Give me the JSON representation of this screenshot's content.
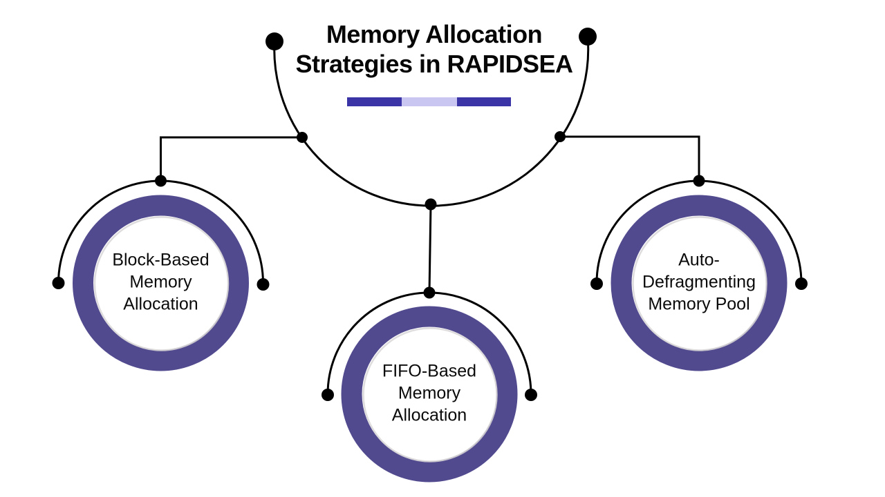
{
  "title": {
    "line1": "Memory Allocation",
    "line2": "Strategies in RAPIDSEA"
  },
  "divider": {
    "segment_colors": [
      "#3B34A6",
      "#C9C6F1",
      "#3B34A6"
    ]
  },
  "nodes": [
    {
      "id": "block-based-memory-allocation",
      "lines": [
        "Block-Based",
        "Memory",
        "Allocation"
      ]
    },
    {
      "id": "fifo-based-memory-allocation",
      "lines": [
        "FIFO-Based",
        "Memory",
        "Allocation"
      ]
    },
    {
      "id": "auto-defragmenting-memory-pool",
      "lines": [
        "Auto-",
        "Defragmenting",
        "Memory Pool"
      ]
    }
  ],
  "colors": {
    "ring_purple": "#514A8F",
    "connector_black": "#000000",
    "background": "#FFFFFF",
    "text": "#0A0A0A"
  }
}
